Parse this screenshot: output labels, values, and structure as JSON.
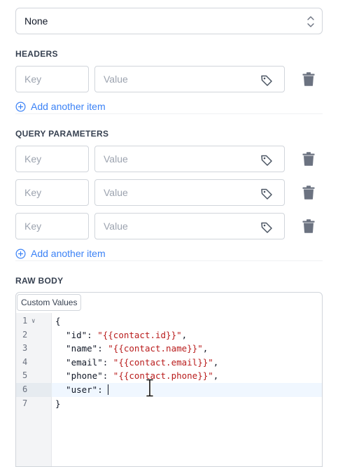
{
  "method_select": {
    "value": "None"
  },
  "headers": {
    "label": "HEADERS",
    "rows": [
      {
        "key_placeholder": "Key",
        "value_placeholder": "Value"
      }
    ],
    "add_label": "Add another item"
  },
  "query_parameters": {
    "label": "QUERY PARAMETERS",
    "rows": [
      {
        "key_placeholder": "Key",
        "value_placeholder": "Value"
      },
      {
        "key_placeholder": "Key",
        "value_placeholder": "Value"
      },
      {
        "key_placeholder": "Key",
        "value_placeholder": "Value"
      }
    ],
    "add_label": "Add another item"
  },
  "raw_body": {
    "label": "RAW BODY",
    "custom_values_label": "Custom Values",
    "line_numbers": [
      "1",
      "2",
      "3",
      "4",
      "5",
      "6",
      "7"
    ],
    "lines": [
      {
        "pre": "{",
        "str": "",
        "post": ""
      },
      {
        "pre": "  \"id\": ",
        "str": "\"{{contact.id}}\"",
        "post": ","
      },
      {
        "pre": "  \"name\": ",
        "str": "\"{{contact.name}}\"",
        "post": ","
      },
      {
        "pre": "  \"email\": ",
        "str": "\"{{contact.email}}\"",
        "post": ","
      },
      {
        "pre": "  \"phone\": ",
        "str": "\"{{contact.phone}}\"",
        "post": ","
      },
      {
        "pre": "  \"user\": ",
        "str": "",
        "post": ""
      },
      {
        "pre": "}",
        "str": "",
        "post": ""
      }
    ],
    "active_line": 6
  },
  "colors": {
    "accent": "#3b82f6",
    "string": "#b91c1c",
    "trash": "#6b7280",
    "border": "#d1d5db"
  },
  "icons": {
    "select_chevron": "chevron-up-down-icon",
    "value_tag": "tag-icon",
    "delete": "trash-icon",
    "add": "plus-circle-icon",
    "fold": "chevron-down-icon",
    "cursor": "text-cursor-icon"
  }
}
